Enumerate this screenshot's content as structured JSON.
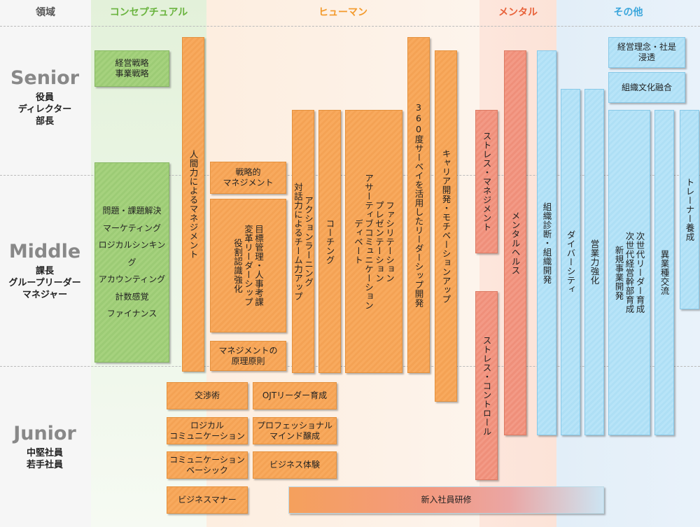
{
  "headers": {
    "domain": "領域",
    "conceptual": "コンセプチュアル",
    "human": "ヒューマン",
    "mental": "メンタル",
    "other": "その他"
  },
  "levels": {
    "senior": {
      "title": "Senior",
      "lines": "役員\nディレクター\n部長"
    },
    "middle": {
      "title": "Middle",
      "lines": "課長\nグループリーダー\nマネジャー"
    },
    "junior": {
      "title": "Junior",
      "lines": "中堅社員\n若手社員"
    }
  },
  "programs": {
    "strategy": "経営戦略\n事業戦略",
    "problem_solving": "問題・課題解決\nマーケティング\nロジカルシンキング\nアカウンティング\n計数感覚\nファイナンス",
    "human_mgmt": "人間力によるマネジメント",
    "strategic_mgmt": "戦略的\nマネジメント",
    "objectives": "目標管理・人事考課\n変革リーダーシップ\n役割認識強化",
    "mgmt_principles": "マネジメントの\n原理原則",
    "action_learning": "アクションラーニング\n対話力によるチーム力アップ",
    "coaching": "コーチング",
    "facilitation": "ファシリテーション\nプレゼンテーション\nアサーティブコミュニケーション\nディベート",
    "survey_360": "360度サーベイを活用したリーダーシップ開発",
    "career": "キャリア開発・モチベーションアップ",
    "stress_mgmt": "ストレス・マネジメント",
    "stress_control": "ストレス・コントロール",
    "mental_health": "メンタルヘルス",
    "org_diagnosis": "組織診断・組織開発",
    "diversity": "ダイバーシティ",
    "sales": "営業力強化",
    "next_gen": "次世代リーダー育成\n次世代経営幹部育成\n新規事業開発",
    "cross_industry": "異業種交流",
    "trainer": "トレーナー養成",
    "philosophy": "経営理念・社是\n浸透",
    "culture": "組織文化融合",
    "negotiation": "交渉術",
    "ojt": "OJTリーダー育成",
    "logical_comm": "ロジカル\nコミュニケーション",
    "professional": "プロフェッショナル\nマインド醸成",
    "comm_basic": "コミュニケーション\nベーシック",
    "business_exp": "ビジネス体験",
    "manners": "ビジネスマナー",
    "newcomer": "新入社員研修"
  },
  "colors": {
    "orange": "#f6a459",
    "green": "#a3d07b",
    "red": "#f1957f",
    "blue": "#b3e2f7",
    "header_green": "#6ab43f",
    "header_orange": "#f39a2c",
    "header_red": "#e8623a",
    "header_blue": "#3ba6dc"
  }
}
